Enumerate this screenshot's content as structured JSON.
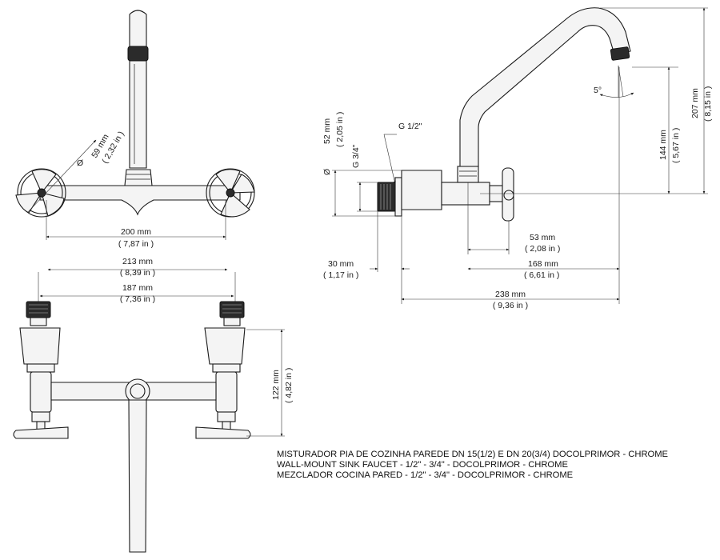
{
  "dimensions": {
    "d59_mm": "59 mm",
    "d59_in": "( 2,32 in )",
    "d200_mm": "200 mm",
    "d200_in": "( 7,87 in )",
    "d213_mm": "213 mm",
    "d213_in": "( 8,39 in )",
    "d187_mm": "187 mm",
    "d187_in": "( 7,36 in )",
    "d122_mm": "122 mm",
    "d122_in": "( 4,82 in )",
    "d52_mm": "52 mm",
    "d52_in": "( 2,05 in )",
    "g34": "G 3/4\"",
    "g12": "G 1/2\"",
    "d53_mm": "53 mm",
    "d53_in": "( 2,08 in )",
    "d30_mm": "30 mm",
    "d30_in": "( 1,17 in )",
    "d168_mm": "168 mm",
    "d168_in": "( 6,61 in )",
    "d238_mm": "238 mm",
    "d238_in": "( 9,36 in )",
    "d144_mm": "144 mm",
    "d144_in": "( 5,67 in )",
    "d207_mm": "207 mm",
    "d207_in": "( 8,15 in )",
    "angle": "5°",
    "diameter_symbol": "Ø"
  },
  "caption": {
    "line1": "MISTURADOR PIA DE COZINHA PAREDE DN 15(1/2) E DN 20(3/4) DOCOLPRIMOR - CHROME",
    "line2": "WALL-MOUNT SINK FAUCET - 1/2\" - 3/4\" - DOCOLPRIMOR - CHROME",
    "line3": "MEZCLADOR COCINA PARED - 1/2\" - 3/4\" - DOCOLPRIMOR - CHROME"
  }
}
